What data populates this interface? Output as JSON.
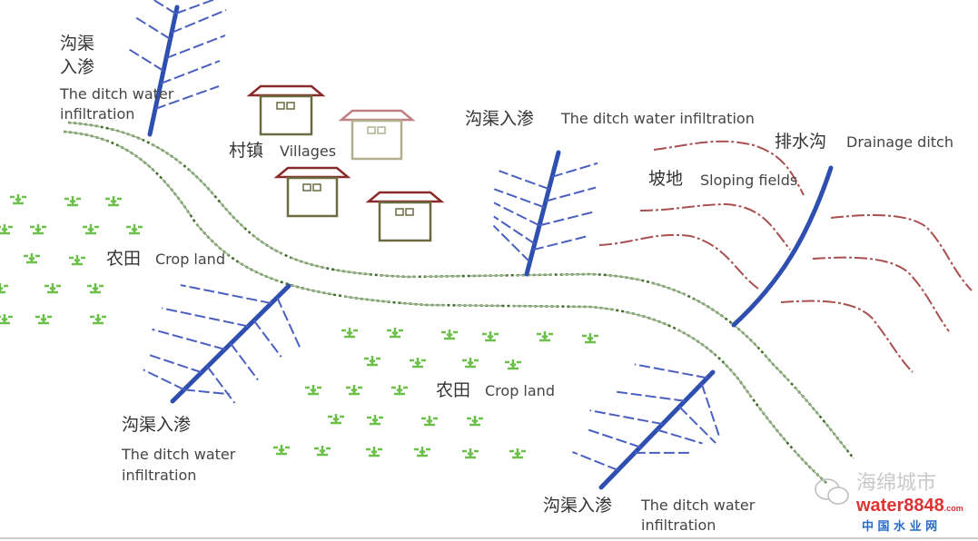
{
  "labels": {
    "ditch_tl_zh_1": "沟渠",
    "ditch_tl_zh_2": "入渗",
    "ditch_tl_en_1": "The ditch water",
    "ditch_tl_en_2": "infiltration",
    "villages_zh": "村镇",
    "villages_en": "Villages",
    "ditch_mid_zh": "沟渠入渗",
    "ditch_mid_en": "The ditch water  infiltration",
    "drainage_zh": "排水沟",
    "drainage_en": "Drainage ditch",
    "sloping_zh": "坡地",
    "sloping_en": "Sloping fields",
    "crop_left_zh": "农田",
    "crop_left_en": "Crop land",
    "crop_mid_zh": "农田",
    "crop_mid_en": "Crop land",
    "ditch_bl_zh": "沟渠入渗",
    "ditch_bl_en_1": "The ditch water",
    "ditch_bl_en_2": "infiltration",
    "ditch_br_zh": "沟渠入渗",
    "ditch_br_en_1": "The ditch water",
    "ditch_br_en_2": "infiltration"
  },
  "watermark": {
    "text_1": "海绵城市",
    "brand": "water8848",
    "domain": ".com",
    "text_2": "中 国 水 业 网"
  },
  "colors": {
    "ditch": "#2f4fb0",
    "branch": "#4a5fc0",
    "drainage": "#9a3030",
    "river_dark": "#3f6a2a",
    "river_light": "#9ab58a",
    "crop": "#6cc04a",
    "house_roof": "#8a2a2a",
    "house_wall": "#6b6b40"
  }
}
